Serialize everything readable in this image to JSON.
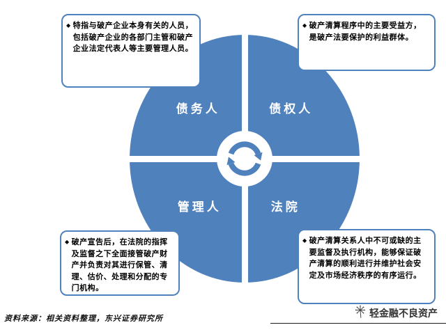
{
  "diagram": {
    "bullet": "◆",
    "quadrants": [
      {
        "id": "debtor",
        "label": "债务人",
        "note": "特指与破产企业本身有关的人员，包括破产企业的各部门主管和破产企业法定代表人等主要管理人员。"
      },
      {
        "id": "creditor",
        "label": "债权人",
        "note": "破产清算程序中的主要受益方，是破产法要保护的利益群体。"
      },
      {
        "id": "administrator",
        "label": "管理人",
        "note": "破产宣告后，在法院的指挥及监督之下全面接管破产财产并负责对其进行保管、清理、估价、处理和分配的专门机构。"
      },
      {
        "id": "court",
        "label": "法院",
        "note": "破产清算关系人中不可或缺的主要监督及执行机构，能够保证破产清算的顺利进行并维护社会安定及市场经济秩序的有序运行。"
      }
    ],
    "colors": {
      "quadrant_fill": "#4f81bd",
      "box_border": "#4f81bd",
      "cycle_icon": "#4f81bd"
    }
  },
  "footer": {
    "source": "资料来源：相关资料整理，东兴证券研究所",
    "brand": "轻金融不良资产"
  }
}
